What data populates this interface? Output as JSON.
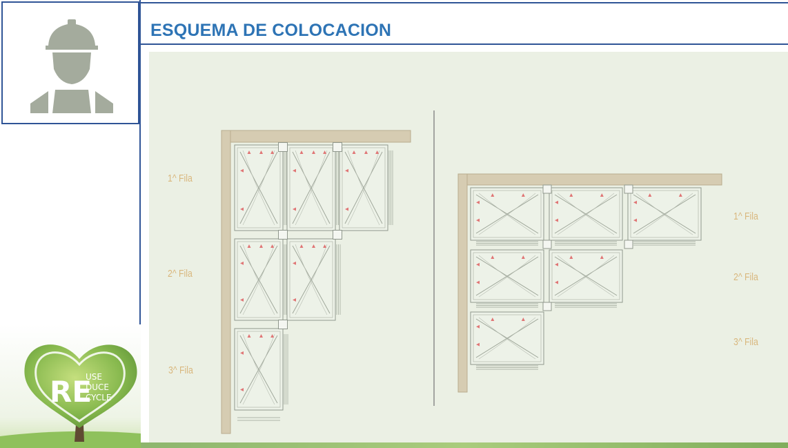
{
  "slide": {
    "title": "ESQUEMA DE COLOCACION"
  },
  "diagram_left": {
    "rows": [
      "1^ Fila",
      "2^ Fila",
      "3^ Fila"
    ]
  },
  "diagram_right": {
    "rows": [
      "1^ Fila",
      "2^ Fila",
      "3^ Fila"
    ]
  },
  "logo": {
    "text_big": "RE",
    "text_lines": [
      "USE",
      "DUCE",
      "CYCLE"
    ]
  },
  "colors": {
    "accent_blue": "#2e74b5",
    "frame_blue": "#2f5496",
    "panel_bg": "#ebf0e4",
    "wall": "#d6ccb2",
    "label": "#d9b77d",
    "arrow": "#e07575",
    "worker_icon": "#a4ab9d"
  },
  "icons": [
    "construction-worker-icon",
    "heart-tree-logo"
  ]
}
